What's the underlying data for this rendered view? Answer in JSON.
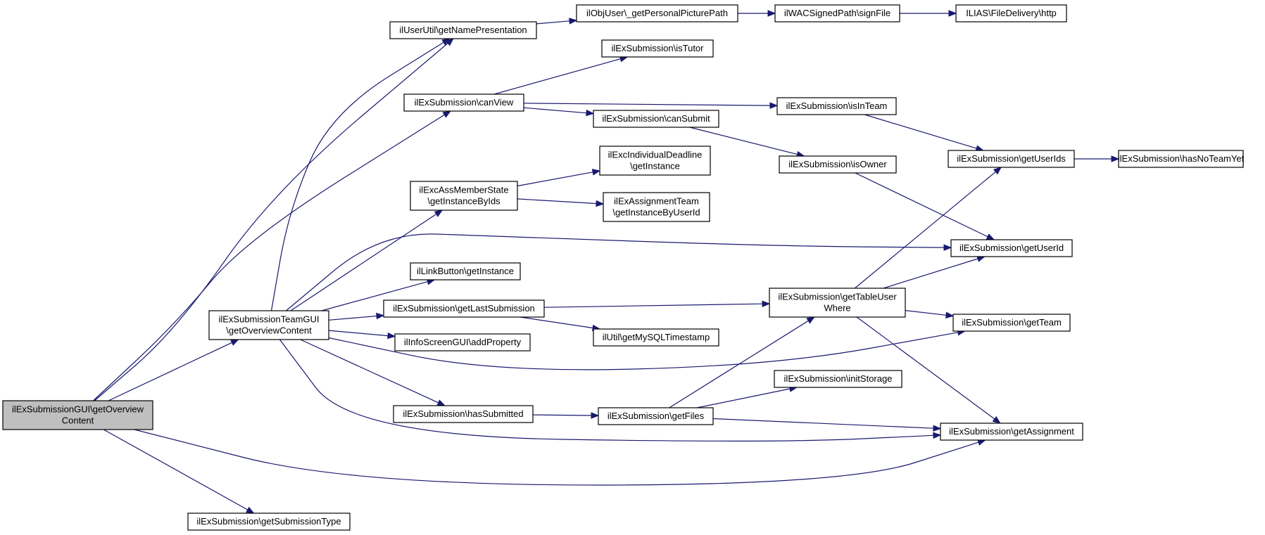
{
  "diagram": {
    "type": "call-graph",
    "colors": {
      "edge": "#191970",
      "root_fill": "#bfbfbf",
      "node_fill": "#ffffff",
      "node_border": "#000000"
    },
    "nodes": [
      {
        "id": "root",
        "lines": [
          "ilExSubmissionGUI\\getOverview",
          "Content"
        ],
        "highlighted": true
      },
      {
        "id": "teamgui",
        "lines": [
          "ilExSubmissionTeamGUI",
          "\\getOverviewContent"
        ]
      },
      {
        "id": "getSubmissionType",
        "lines": [
          "ilExSubmission\\getSubmissionType"
        ]
      },
      {
        "id": "getNamePresentation",
        "lines": [
          "ilUserUtil\\getNamePresentation"
        ]
      },
      {
        "id": "canView",
        "lines": [
          "ilExSubmission\\canView"
        ]
      },
      {
        "id": "getInstanceByIds",
        "lines": [
          "ilExcAssMemberState",
          "\\getInstanceByIds"
        ]
      },
      {
        "id": "linkButton",
        "lines": [
          "ilLinkButton\\getInstance"
        ]
      },
      {
        "id": "getLastSubmission",
        "lines": [
          "ilExSubmission\\getLastSubmission"
        ]
      },
      {
        "id": "addProperty",
        "lines": [
          "ilInfoScreenGUI\\addProperty"
        ]
      },
      {
        "id": "hasSubmitted",
        "lines": [
          "ilExSubmission\\hasSubmitted"
        ]
      },
      {
        "id": "getPersonalPicturePath",
        "lines": [
          "ilObjUser\\_getPersonalPicturePath"
        ]
      },
      {
        "id": "signFile",
        "lines": [
          "ilWACSignedPath\\signFile"
        ]
      },
      {
        "id": "fileDelivery",
        "lines": [
          "ILIAS\\FileDelivery\\http"
        ]
      },
      {
        "id": "isTutor",
        "lines": [
          "ilExSubmission\\isTutor"
        ]
      },
      {
        "id": "isInTeam",
        "lines": [
          "ilExSubmission\\isInTeam"
        ]
      },
      {
        "id": "canSubmit",
        "lines": [
          "ilExSubmission\\canSubmit"
        ]
      },
      {
        "id": "isOwner",
        "lines": [
          "ilExSubmission\\isOwner"
        ]
      },
      {
        "id": "individualDeadline",
        "lines": [
          "ilExcIndividualDeadline",
          "\\getInstance"
        ]
      },
      {
        "id": "assignmentTeam",
        "lines": [
          "ilExAssignmentTeam",
          "\\getInstanceByUserId"
        ]
      },
      {
        "id": "getTableUserWhere",
        "lines": [
          "ilExSubmission\\getTableUser",
          "Where"
        ]
      },
      {
        "id": "getMySQLTimestamp",
        "lines": [
          "ilUtil\\getMySQLTimestamp"
        ]
      },
      {
        "id": "initStorage",
        "lines": [
          "ilExSubmission\\initStorage"
        ]
      },
      {
        "id": "getFiles",
        "lines": [
          "ilExSubmission\\getFiles"
        ]
      },
      {
        "id": "getUserIds",
        "lines": [
          "ilExSubmission\\getUserIds"
        ]
      },
      {
        "id": "hasNoTeamYet",
        "lines": [
          "ilExSubmission\\hasNoTeamYet"
        ]
      },
      {
        "id": "getUserId",
        "lines": [
          "ilExSubmission\\getUserId"
        ]
      },
      {
        "id": "getTeam",
        "lines": [
          "ilExSubmission\\getTeam"
        ]
      },
      {
        "id": "getAssignment",
        "lines": [
          "ilExSubmission\\getAssignment"
        ]
      }
    ],
    "edges": [
      [
        "root",
        "getNamePresentation"
      ],
      [
        "root",
        "canView"
      ],
      [
        "root",
        "teamgui"
      ],
      [
        "root",
        "getAssignment"
      ],
      [
        "root",
        "getSubmissionType"
      ],
      [
        "teamgui",
        "getNamePresentation"
      ],
      [
        "teamgui",
        "getInstanceByIds"
      ],
      [
        "teamgui",
        "getUserId"
      ],
      [
        "teamgui",
        "linkButton"
      ],
      [
        "teamgui",
        "getLastSubmission"
      ],
      [
        "teamgui",
        "addProperty"
      ],
      [
        "teamgui",
        "getTeam"
      ],
      [
        "teamgui",
        "hasSubmitted"
      ],
      [
        "teamgui",
        "getAssignment"
      ],
      [
        "getNamePresentation",
        "getPersonalPicturePath"
      ],
      [
        "getPersonalPicturePath",
        "signFile"
      ],
      [
        "signFile",
        "fileDelivery"
      ],
      [
        "canView",
        "isTutor"
      ],
      [
        "canView",
        "isInTeam"
      ],
      [
        "canView",
        "canSubmit"
      ],
      [
        "canSubmit",
        "isOwner"
      ],
      [
        "isInTeam",
        "getUserIds"
      ],
      [
        "isOwner",
        "getUserId"
      ],
      [
        "getUserIds",
        "hasNoTeamYet"
      ],
      [
        "getInstanceByIds",
        "individualDeadline"
      ],
      [
        "getInstanceByIds",
        "assignmentTeam"
      ],
      [
        "getLastSubmission",
        "getTableUserWhere"
      ],
      [
        "getLastSubmission",
        "getMySQLTimestamp"
      ],
      [
        "hasSubmitted",
        "getFiles"
      ],
      [
        "getFiles",
        "getTableUserWhere"
      ],
      [
        "getFiles",
        "initStorage"
      ],
      [
        "getFiles",
        "getAssignment"
      ],
      [
        "getTableUserWhere",
        "getUserIds"
      ],
      [
        "getTableUserWhere",
        "getUserId"
      ],
      [
        "getTableUserWhere",
        "getTeam"
      ],
      [
        "getTableUserWhere",
        "getAssignment"
      ]
    ]
  }
}
